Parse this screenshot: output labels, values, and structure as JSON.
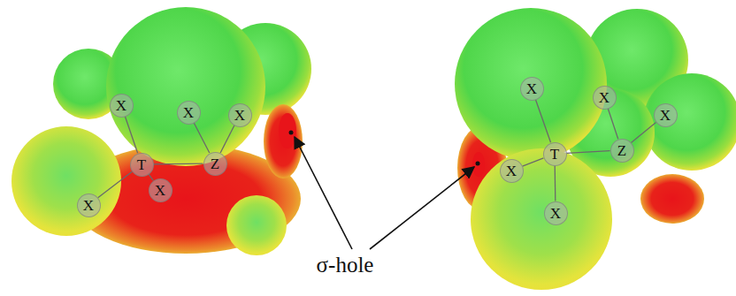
{
  "diagram": {
    "nodes": [
      {
        "text": [
          "X"
        ]
      },
      {
        "text": [
          "X"
        ]
      },
      {
        "text": [
          "X"
        ]
      },
      {
        "text": [
          "T"
        ]
      },
      {
        "text": [
          "Z"
        ]
      },
      {
        "text": [
          "X"
        ]
      },
      {
        "text": [
          "X"
        ]
      },
      {
        "text": [
          "X"
        ]
      },
      {
        "text": [
          "X"
        ]
      },
      {
        "text": [
          "X"
        ]
      },
      {
        "text": [
          "T"
        ]
      },
      {
        "text": [
          "Z"
        ]
      },
      {
        "text": [
          "X"
        ]
      },
      {
        "text": [
          "X"
        ]
      }
    ],
    "edges": [
      {
        "from": 3,
        "to": 0,
        "arrow": "none"
      },
      {
        "from": 3,
        "to": 6,
        "arrow": "none"
      },
      {
        "from": 3,
        "to": 5,
        "arrow": "none"
      },
      {
        "from": 3,
        "to": 4,
        "arrow": "none"
      },
      {
        "from": 4,
        "to": 1,
        "arrow": "none"
      },
      {
        "from": 4,
        "to": 2,
        "arrow": "none"
      },
      {
        "from": 10,
        "to": 7,
        "arrow": "none"
      },
      {
        "from": 10,
        "to": 12,
        "arrow": "none"
      },
      {
        "from": 10,
        "to": 13,
        "arrow": "none"
      },
      {
        "from": 10,
        "to": 11,
        "arrow": "none"
      },
      {
        "from": 11,
        "to": 8,
        "arrow": "none"
      },
      {
        "from": 11,
        "to": 9,
        "arrow": "none"
      }
    ],
    "labels": [
      "σ-hole"
    ]
  }
}
